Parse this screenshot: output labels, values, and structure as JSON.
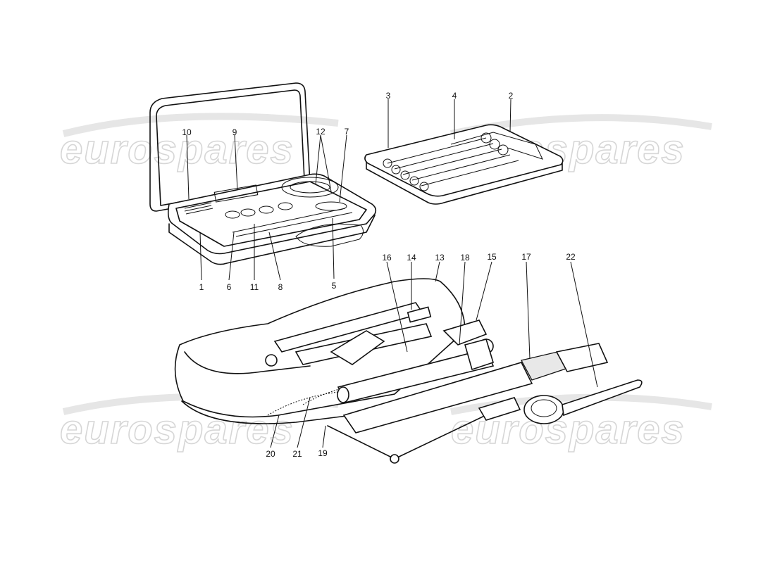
{
  "watermark": "eurospares",
  "callouts": {
    "c1": "1",
    "c2": "2",
    "c3": "3",
    "c4": "4",
    "c5": "5",
    "c6": "6",
    "c7": "7",
    "c8": "8",
    "c9": "9",
    "c10": "10",
    "c11": "11",
    "c12": "12",
    "c13": "13",
    "c14": "14",
    "c15": "15",
    "c16": "16",
    "c17": "17",
    "c18": "18",
    "c19": "19",
    "c20": "20",
    "c21": "21",
    "c22": "22"
  },
  "parts": [
    "tool-case",
    "spanner-tray",
    "tool-roll",
    "jack",
    "jack-handle",
    "wheel-spanner",
    "knock-off-hammer",
    "t-wrench"
  ]
}
